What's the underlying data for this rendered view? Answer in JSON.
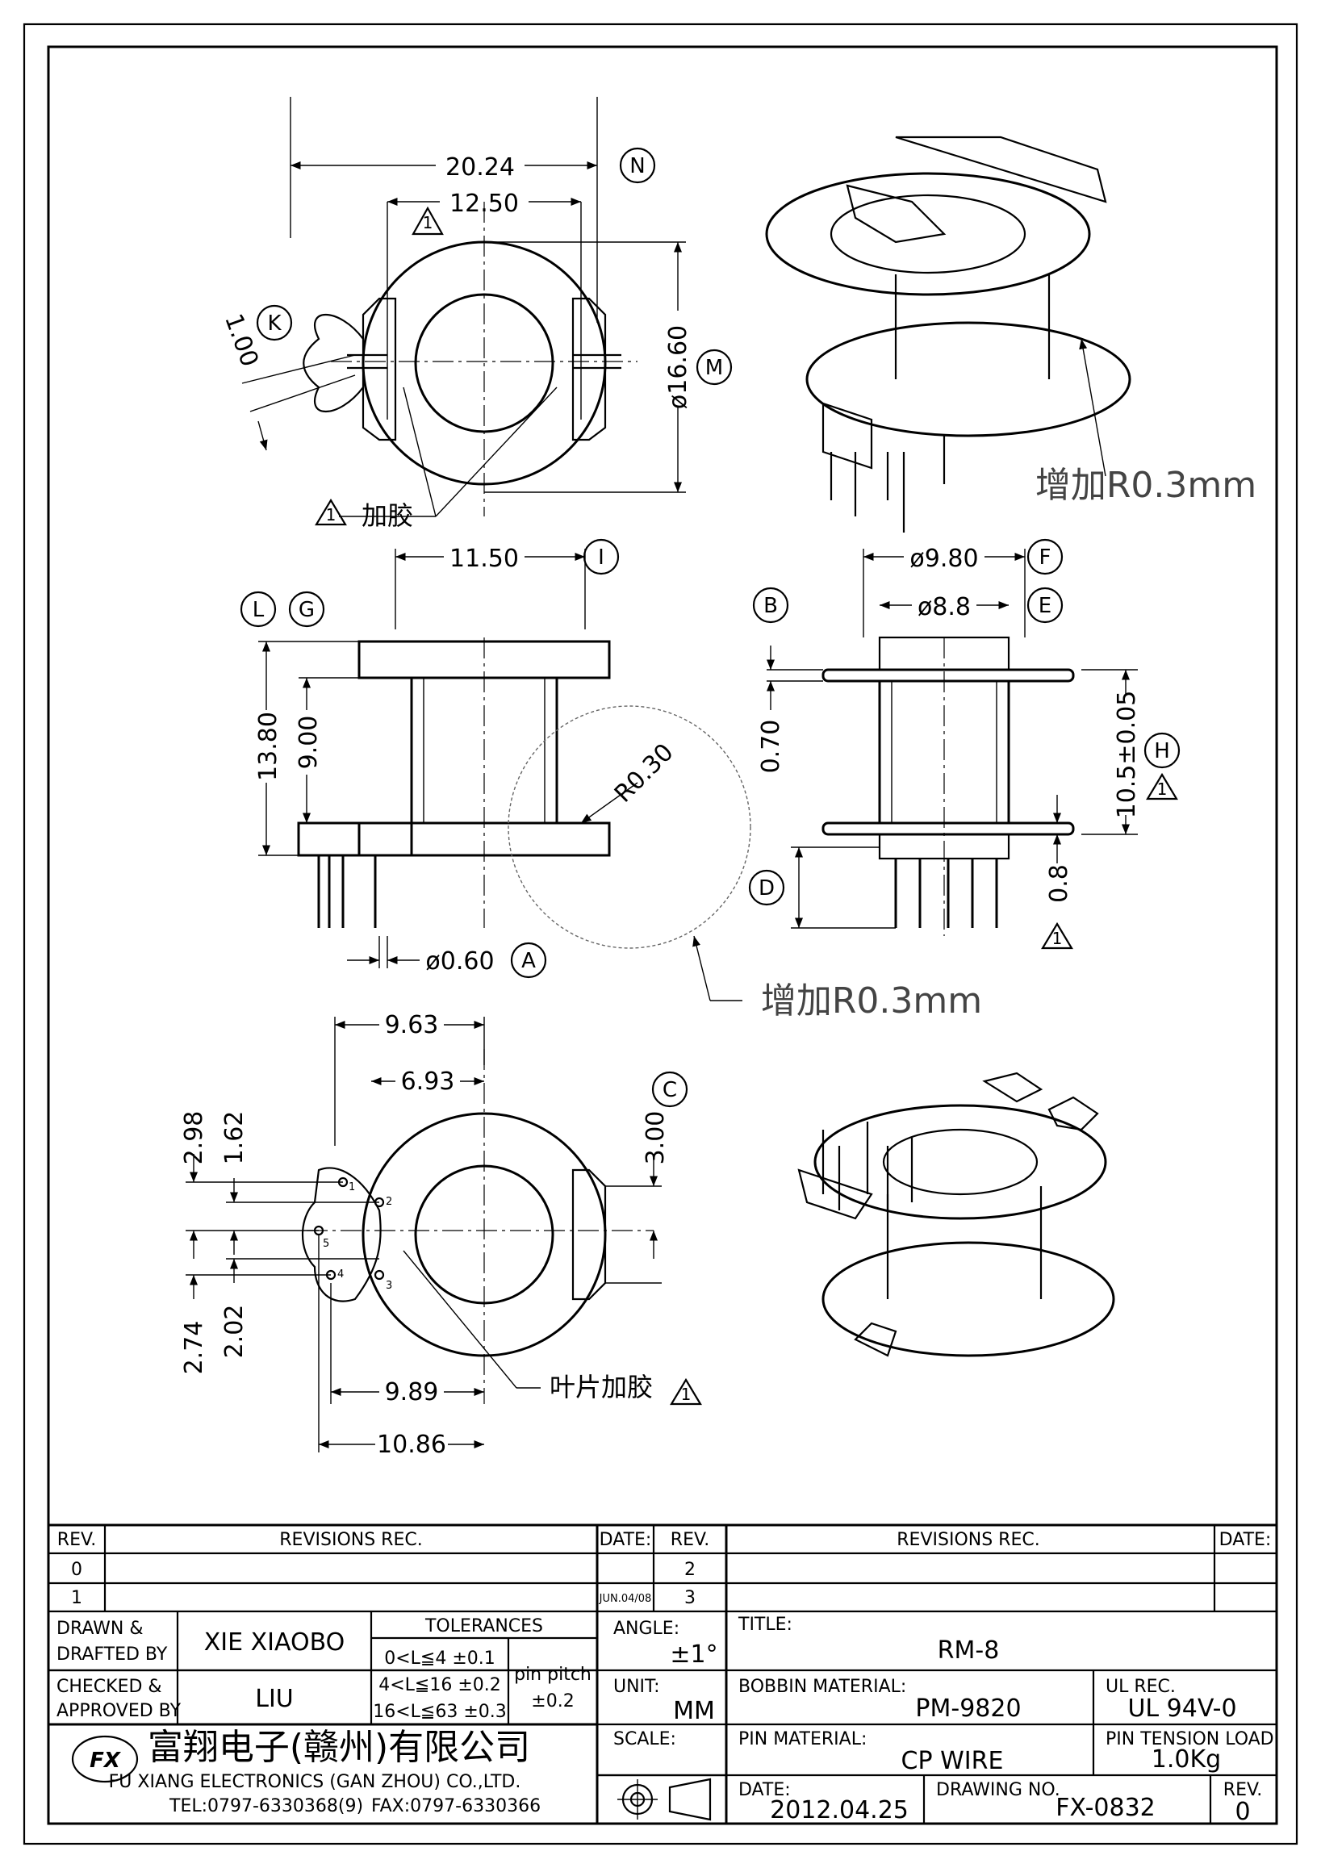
{
  "drawing": {
    "top_view": {
      "dim_overall_width": "20.24",
      "dim_inner_width": "12.50",
      "dim_diameter": "ø16.60",
      "dim_slot": "1.00",
      "label_n": "N",
      "label_k": "K",
      "label_m": "M",
      "rev_mark": "1",
      "glue_note": "加胶"
    },
    "front_view": {
      "dim_width": "11.50",
      "dim_total_height": "13.80",
      "dim_height": "9.00",
      "dim_radius": "R0.30",
      "dim_pin": "ø0.60",
      "label_l": "L",
      "label_g": "G",
      "label_i": "I",
      "label_a": "A"
    },
    "side_view": {
      "dim_outer": "ø9.80",
      "dim_inner": "ø8.8",
      "dim_flange": "0.70",
      "dim_height": "10.5±0.05",
      "dim_pin_len": "0.8",
      "label_b": "B",
      "label_f": "F",
      "label_e": "E",
      "label_h": "H",
      "label_d": "D",
      "rev_mark": "1"
    },
    "bottom_view": {
      "dim_963": "9.63",
      "dim_693": "6.93",
      "dim_298": "2.98",
      "dim_162": "1.62",
      "dim_300": "3.00",
      "dim_274": "2.74",
      "dim_202": "2.02",
      "dim_989": "9.89",
      "dim_1086": "10.86",
      "label_c": "C",
      "blade_glue_note": "叶片加胶",
      "rev_mark": "1",
      "pin_numbers": [
        "1",
        "2",
        "3",
        "4",
        "5"
      ]
    },
    "radius_note_top": "增加R0.3mm",
    "radius_note_mid": "增加R0.3mm"
  },
  "title_block": {
    "rev_header_left": "REV.",
    "revisions_header_left": "REVISIONS   REC.",
    "date_header_left": "DATE:",
    "rev_header_right": "REV.",
    "revisions_header_right": "REVISIONS   REC.",
    "date_header_right": "DATE:",
    "rev_rows_left": [
      "0",
      "1"
    ],
    "rev_dates_left": [
      "",
      "JUN.04/08"
    ],
    "rev_rows_right": [
      "2",
      "3"
    ],
    "drawn_label": "DRAWN &\nDRAFTED BY",
    "drawn_value": "XIE  XIAOBO",
    "checked_label": "CHECKED &\nAPPROVED BY",
    "checked_value": "LIU",
    "tolerances_label": "TOLERANCES",
    "tolerance_rows": [
      "0<L≦4    ±0.1",
      "4<L≦16  ±0.2",
      "16<L≦63  ±0.3"
    ],
    "pin_pitch_label": "pin  pitch",
    "pin_pitch_value": "±0.2",
    "angle_label": "ANGLE:",
    "angle_value": "±1°",
    "unit_label": "UNIT:",
    "unit_value": "MM",
    "scale_label": "SCALE:",
    "title_label": "TITLE:",
    "title_value": "RM-8",
    "bobbin_material_label": "BOBBIN  MATERIAL:",
    "bobbin_material_value": "PM-9820",
    "ul_rec_label": "UL  REC.",
    "ul_rec_value": "UL  94V-0",
    "pin_material_label": "PIN  MATERIAL:",
    "pin_material_value": "CP  WIRE",
    "pin_tension_label": "PIN  TENSION  LOAD:",
    "pin_tension_value": "1.0Kg",
    "date_label": "DATE:",
    "date_value": "2012.04.25",
    "drawing_no_label": "DRAWING  NO.",
    "drawing_no_value": "FX-0832",
    "rev_label": "REV.",
    "rev_value": "0",
    "logo_text": "FX",
    "company_cn": "富翔电子(赣州)有限公司",
    "company_en": "FU XIANG ELECTRONICS (GAN ZHOU)  CO.,LTD.",
    "company_tel": "TEL:0797-6330368(9)",
    "company_fax": "FAX:0797-6330366"
  }
}
